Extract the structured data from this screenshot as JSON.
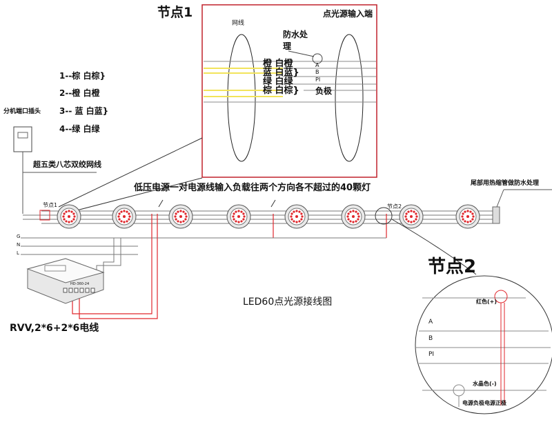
{
  "node1": {
    "title": "节点1",
    "net_label": "网线",
    "input_label": "点光源输入端",
    "waterproof_line1": "防水处",
    "waterproof_line2": "理",
    "pairs": [
      "橙 白橙",
      "蓝 白蓝}",
      "绿 白绿",
      "棕 白棕}"
    ],
    "signals": [
      "A",
      "B",
      "PI"
    ],
    "negative": "负极"
  },
  "legend": {
    "items": [
      "1--棕 白棕}",
      "2--橙 白橙",
      "3-- 蓝 白蓝}",
      "4--绿 白绿"
    ],
    "splitter_port": "分机端口插头",
    "cable": "超五类八芯双绞网线"
  },
  "main": {
    "power_note": "低压电源一对电源线输入负载往两个方向各不超过的40颗灯",
    "tail_note": "尾部用热缩管做防水处理",
    "node_tag_1": "节点1",
    "node_tag_2": "节点2",
    "phase_labels": [
      "G",
      "N",
      "L"
    ],
    "psu_model": "HD-360-24",
    "wire_spec": "RVV,2*6+2*6电线",
    "diagram_title": "LED60点光源接线图"
  },
  "node2": {
    "title": "节点2",
    "red_label": "红色(+)",
    "signals": [
      "A",
      "B",
      "PI"
    ],
    "crystal_label": "水晶色(-)",
    "bottom_label": "电源负极电源正极"
  },
  "colors": {
    "red": "#e0262b",
    "yellow": "#f2e45a",
    "light": "#f5c9c9"
  }
}
